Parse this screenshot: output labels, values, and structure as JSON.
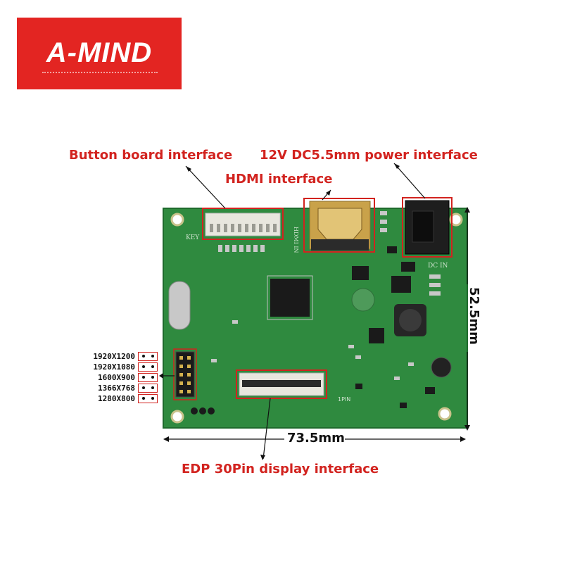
{
  "brand": {
    "logo_text": "A-MIND",
    "color": "#e32522"
  },
  "callouts": {
    "button_board": "Button board interface",
    "power": "12V DC5.5mm power interface",
    "hdmi": "HDMI interface",
    "edp": "EDP 30Pin display interface"
  },
  "dimensions": {
    "width": "73.5mm",
    "height": "52.5mm"
  },
  "resolutions": [
    "1920X1200",
    "1920X1080",
    "1600X900",
    "1366X768",
    "1280X800"
  ],
  "board_silkscreen": {
    "key": "KEY",
    "hdmi_in": "HDMI IN",
    "dc_in": "DC IN",
    "pin1": "1PIN"
  },
  "colors": {
    "pcb": "#2f8a3f",
    "pcb_dark": "#1f6a2d",
    "callout_red": "#d2231f",
    "connector_white": "#e8e6de",
    "gold": "#c9a24a"
  }
}
